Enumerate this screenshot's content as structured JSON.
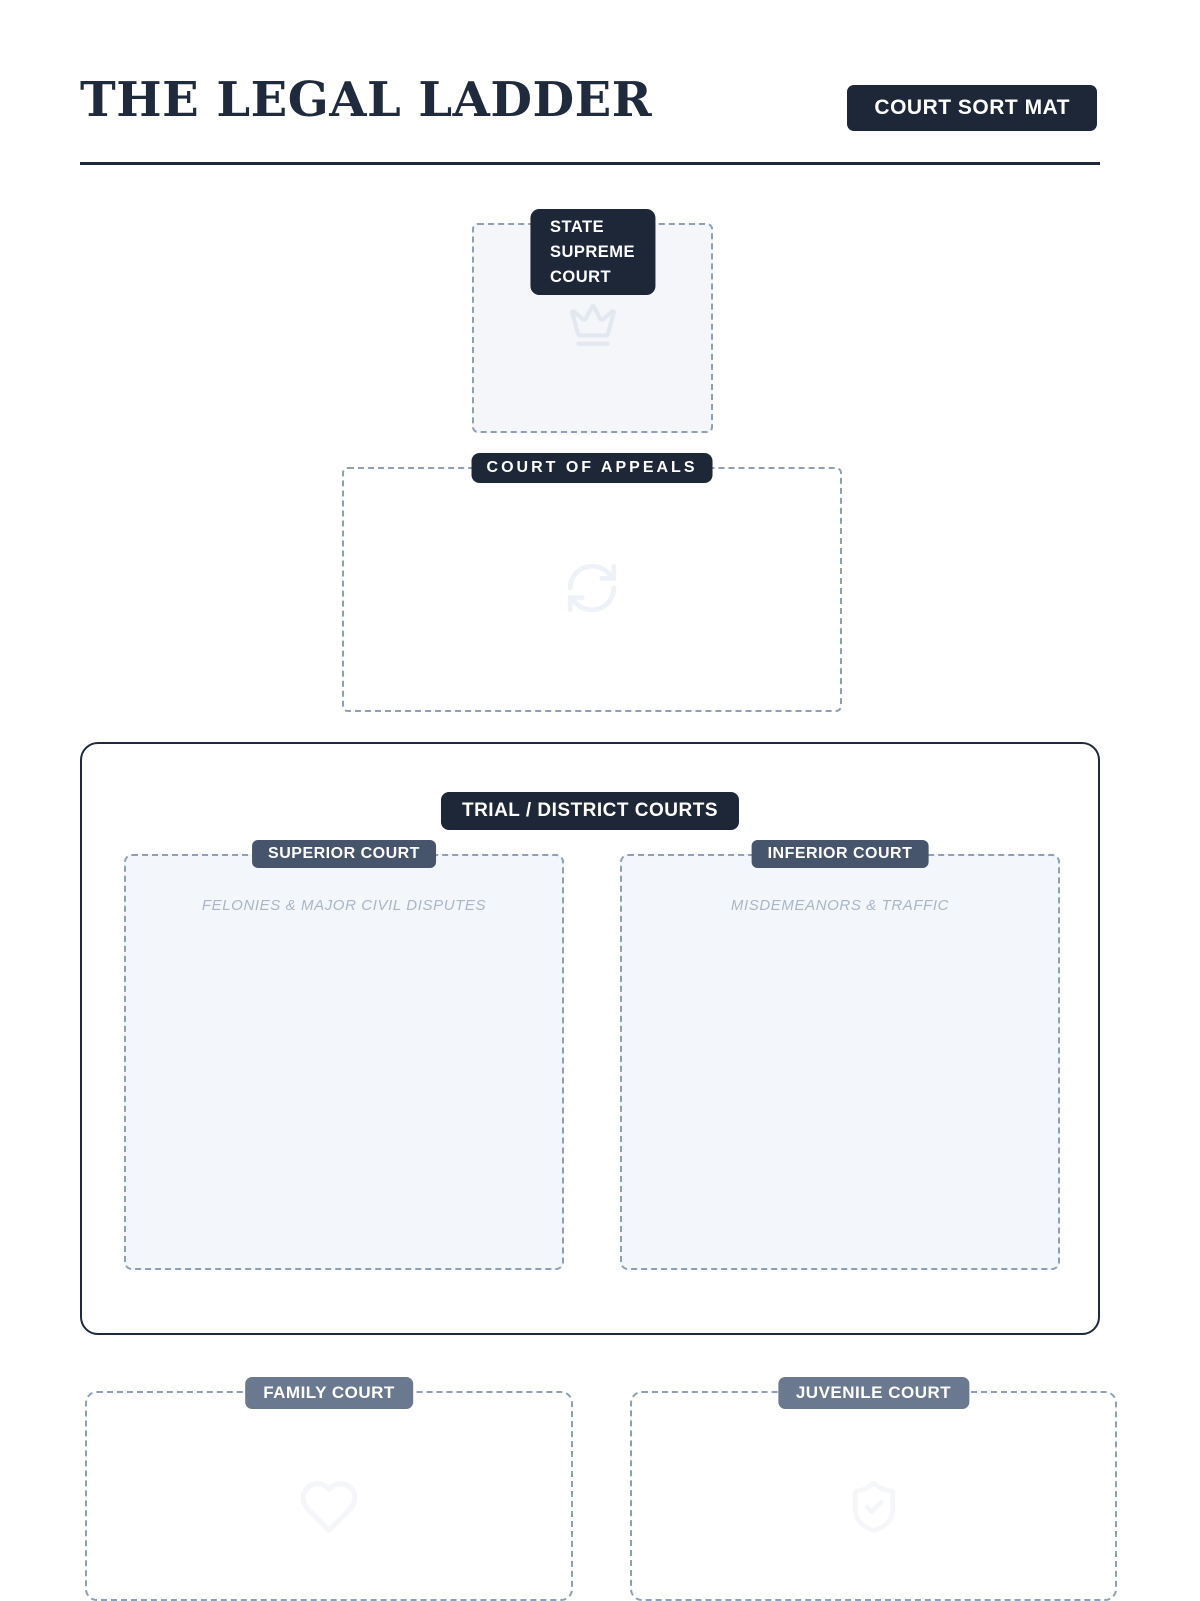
{
  "header": {
    "title": "THE LEGAL LADDER",
    "badge": "COURT SORT MAT"
  },
  "zones": {
    "supreme": {
      "label": "STATE SUPREME COURT",
      "icon": "crown-icon"
    },
    "appeals": {
      "label": "COURT OF APPEALS",
      "icon": "refresh-icon"
    },
    "trial": {
      "label": "TRIAL / DISTRICT COURTS",
      "superior": {
        "label": "SUPERIOR COURT",
        "hint": "FELONIES & MAJOR CIVIL DISPUTES"
      },
      "inferior": {
        "label": "INFERIOR COURT",
        "hint": "MISDEMEANORS & TRAFFIC"
      }
    },
    "family": {
      "label": "FAMILY COURT",
      "icon": "heart-icon"
    },
    "juvenile": {
      "label": "JUVENILE COURT",
      "icon": "shield-check-icon"
    }
  },
  "colors": {
    "navy": "#1e2737",
    "navy_text": "#1f2a3c",
    "slate_label": "#46556b",
    "light_slate_label": "#6b7990",
    "dash_border": "#8ea0b6",
    "zone_fill": "#f4f6fa",
    "hint_text": "#a9b6c8",
    "icon_light": "#e3e8f0",
    "icon_faint": "#eef2f8",
    "icon_faintest": "#f5f6f9",
    "page_bg": "#ffffff"
  }
}
